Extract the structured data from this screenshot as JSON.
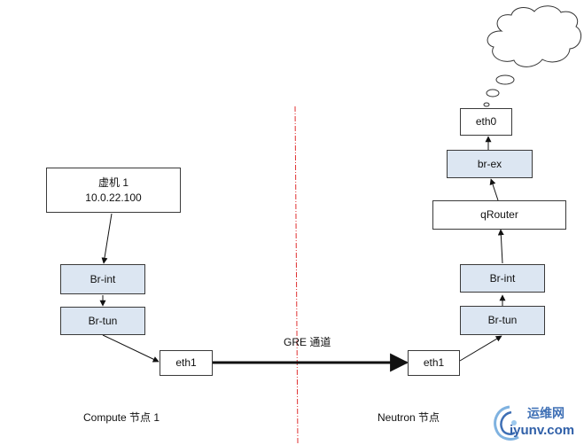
{
  "compute": {
    "vm_name": "虚机 1",
    "vm_ip": "10.0.22.100",
    "br_int": "Br-int",
    "br_tun": "Br-tun",
    "eth1": "eth1",
    "node_label": "Compute 节点 1"
  },
  "neutron": {
    "eth0": "eth0",
    "br_ex": "br-ex",
    "qrouter": "qRouter",
    "br_int": "Br-int",
    "br_tun": "Br-tun",
    "eth1": "eth1",
    "node_label": "Neutron 节点"
  },
  "tunnel": {
    "label": "GRE 通道"
  },
  "watermark": {
    "cn": "运维网",
    "en": "iyunv.com"
  },
  "colors": {
    "bridge_fill": "#dce6f2",
    "divider": "#e03030",
    "border": "#3a3a3a"
  }
}
